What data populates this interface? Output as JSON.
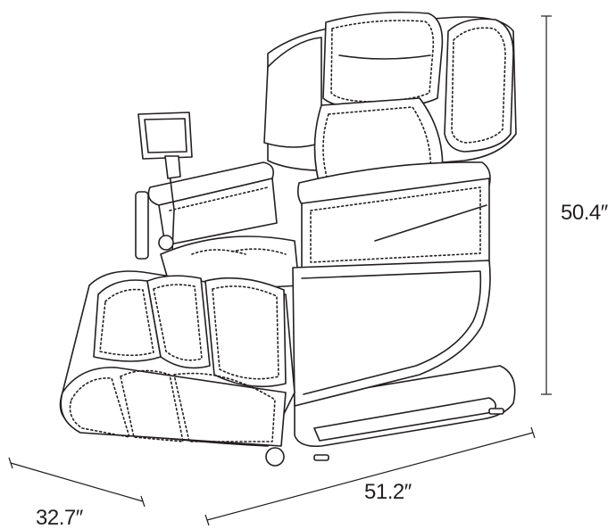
{
  "figure": {
    "subject": "massage chair line drawing",
    "line_color": "#231f20",
    "background": "#ffffff"
  },
  "dimensions": {
    "height": "50.4″",
    "depth": "51.2″",
    "width": "32.7″"
  }
}
